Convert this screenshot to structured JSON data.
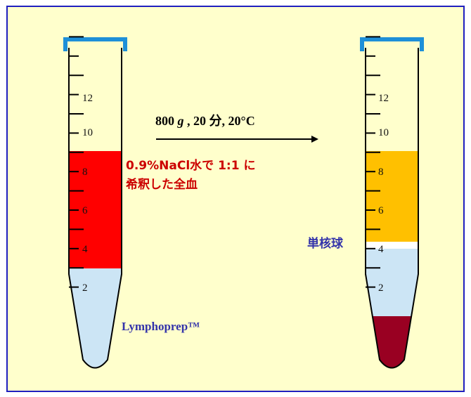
{
  "colors": {
    "background": "#ffffcc",
    "border": "#1f1fbf",
    "cap": "#1e90d8",
    "blood": "#ff0000",
    "medium": "#cce5f5",
    "plasma": "#ffc000",
    "mononuclear_layer": "#ffffff",
    "red_cells": "#990022",
    "arrow": "#000000"
  },
  "tick_labels": [
    "2",
    "4",
    "6",
    "8",
    "10",
    "12"
  ],
  "tubes": [
    {
      "name": "before-centrifugation",
      "tick_labels": [
        "2",
        "4",
        "6",
        "8",
        "10",
        "12"
      ],
      "layers": [
        {
          "name": "Lymphoprep",
          "color": "#cce5f5"
        },
        {
          "name": "diluted whole blood",
          "color": "#ff0000"
        }
      ]
    },
    {
      "name": "after-centrifugation",
      "tick_labels": [
        "2",
        "4",
        "6",
        "8",
        "10",
        "12"
      ],
      "layers": [
        {
          "name": "red cells",
          "color": "#990022"
        },
        {
          "name": "Lymphoprep",
          "color": "#cce5f5"
        },
        {
          "name": "mononuclear cells",
          "color": "#ffffff"
        },
        {
          "name": "plasma",
          "color": "#ffc000"
        }
      ]
    }
  ],
  "condition": {
    "speed": "800",
    "g": "g",
    "rest": " , 20 分,  20°C"
  },
  "labels": {
    "blood_line1": "0.9%NaCl水で 1:1 に",
    "blood_line2": "希釈した全血",
    "lymphoprep": "Lymphoprep™",
    "mononuclear": "単核球"
  }
}
